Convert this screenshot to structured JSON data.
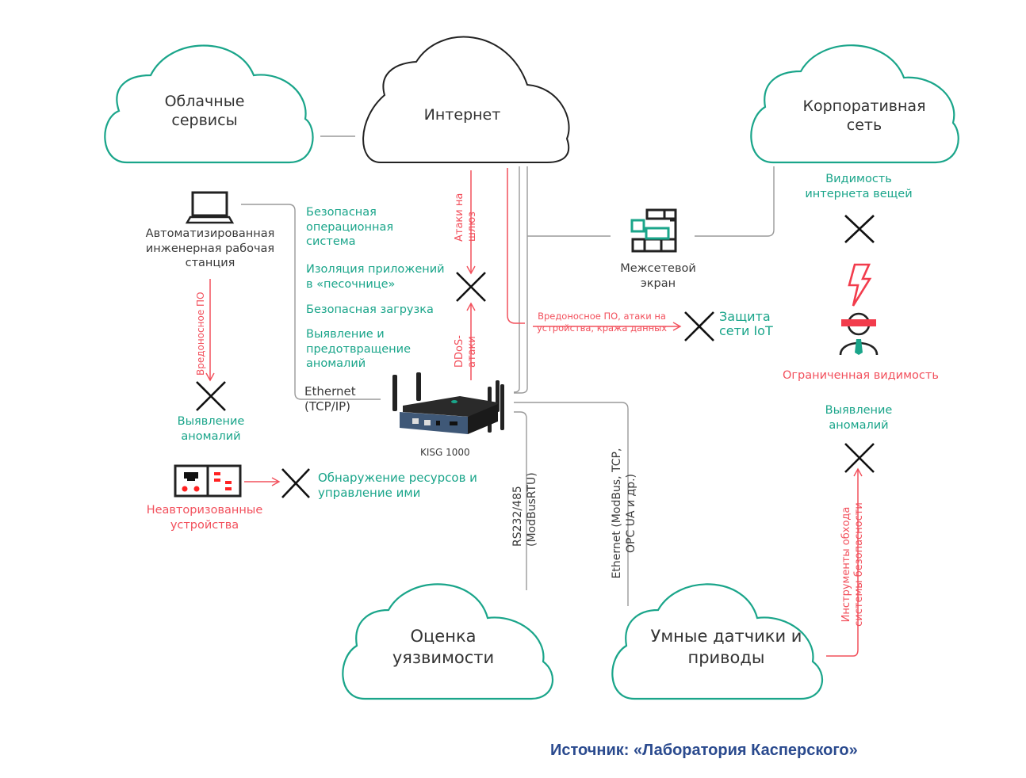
{
  "clouds": {
    "cloud_services": [
      "Облачные",
      "сервисы"
    ],
    "internet": [
      "Интернет"
    ],
    "corporate_network": [
      "Корпоративная",
      "сеть"
    ],
    "vulnerability_assessment": [
      "Оценка",
      "уязвимости"
    ],
    "smart_sensors": [
      "Умные датчики и",
      "приводы"
    ]
  },
  "workstation": {
    "icon": "laptop-icon",
    "label": [
      "Автоматизированная",
      "инженерная рабочая",
      "станция"
    ]
  },
  "gateway_features": [
    [
      "Безопасная",
      "операционная",
      "система"
    ],
    [
      "Изоляция приложений",
      "в «песочнице»"
    ],
    [
      "Безопасная загрузка"
    ],
    [
      "Выявление и",
      "предотвращение",
      "аномалий"
    ]
  ],
  "ethernet_tcpip": [
    "Ethernet",
    "(TCP/IP)"
  ],
  "device": {
    "name": "KISG 1000",
    "icon": "gateway-device-icon"
  },
  "threats": {
    "malware_workstation": "Вредоносное ПО",
    "gateway_attacks": [
      "Атаки на",
      "шлюз"
    ],
    "ddos": [
      "DDoS-",
      "атаки"
    ],
    "iot_threats": [
      "Вредоносное  ПО, атаки на",
      "устройства, кража данных"
    ],
    "bypass_tools": [
      "Инструменты обхода",
      "системы безопасности"
    ]
  },
  "protections": {
    "workstation_anomaly": [
      "Выявление",
      "аномалий"
    ],
    "iot_protection": [
      "Защита",
      "сети IoT"
    ],
    "asset_management": [
      "Обнаружение ресурсов и",
      "управление ими"
    ],
    "iot_visibility": [
      "Видимость",
      "интернета вещей"
    ],
    "corp_anomaly": [
      "Выявление",
      "аномалий"
    ]
  },
  "firewall": {
    "icon": "firewall-icon",
    "label": [
      "Межсетевой",
      "экран"
    ]
  },
  "unauthorized_devices": {
    "icon": "unauthorized-devices-icon",
    "label": [
      "Неавторизованные",
      "устройства"
    ]
  },
  "limited_visibility": {
    "icon": "limited-visibility-person-icon",
    "label": "Ограниченная видимость"
  },
  "protocols": {
    "serial": [
      "RS232/485",
      "(ModBusRTU)"
    ],
    "ethernet_industrial": [
      "Ethernet  (ModBus, TCP,",
      "OPC UA и др.)"
    ]
  },
  "source": "Источник: «Лаборатория Касперского»",
  "colors": {
    "teal": "#1aa58a",
    "cloud_teal": "#1aa58a",
    "red": "#f2505c",
    "line_grey": "#9a9a9a",
    "dark": "#222222",
    "source_blue": "#2a4a8e"
  }
}
